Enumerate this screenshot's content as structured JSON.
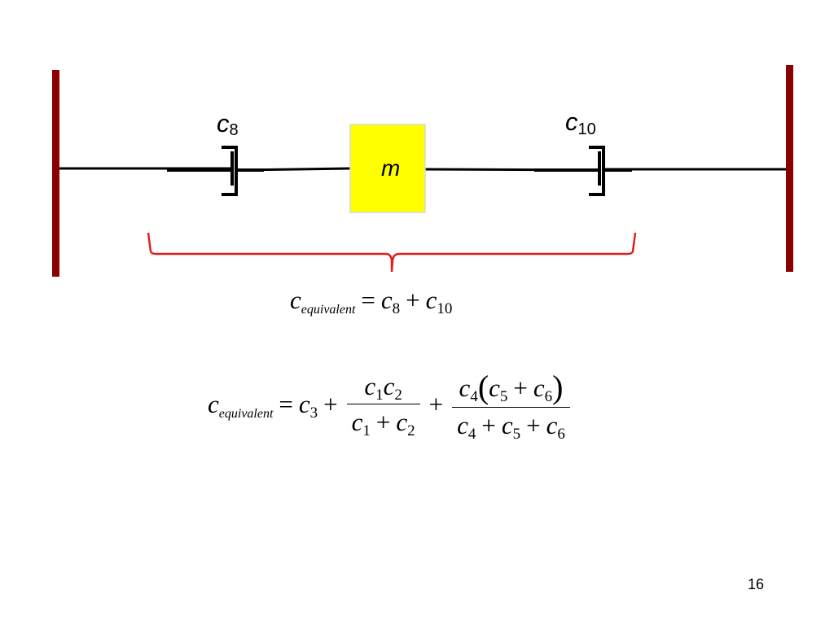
{
  "diagram": {
    "mass_label": "m",
    "damper_left": {
      "symbol": "c",
      "subscript": "8"
    },
    "damper_right": {
      "symbol": "c",
      "subscript": "10"
    },
    "colors": {
      "wall": "#8b0000",
      "mass_fill": "#ffff00",
      "brace": "#e02020",
      "line": "#000000"
    }
  },
  "equation1": {
    "lhs": "c",
    "lhs_sub": "equivalent",
    "eq": "=",
    "t1": "c",
    "t1_sub": "8",
    "plus": "+",
    "t2": "c",
    "t2_sub": "10"
  },
  "equation2": {
    "lhs": "c",
    "lhs_sub": "equivalent",
    "eq": "=",
    "t1": "c",
    "t1_sub": "3",
    "plus": "+",
    "f1_num_a": "c",
    "f1_num_a_sub": "1",
    "f1_num_b": "c",
    "f1_num_b_sub": "2",
    "f1_den_a": "c",
    "f1_den_a_sub": "1",
    "f1_den_b": "c",
    "f1_den_b_sub": "2",
    "f2_num_a": "c",
    "f2_num_a_sub": "4",
    "lparen": "(",
    "rparen": ")",
    "f2_num_b": "c",
    "f2_num_b_sub": "5",
    "f2_num_c": "c",
    "f2_num_c_sub": "6",
    "f2_den_a": "c",
    "f2_den_a_sub": "4",
    "f2_den_b": "c",
    "f2_den_b_sub": "5",
    "f2_den_c": "c",
    "f2_den_c_sub": "6"
  },
  "page_number": "16"
}
